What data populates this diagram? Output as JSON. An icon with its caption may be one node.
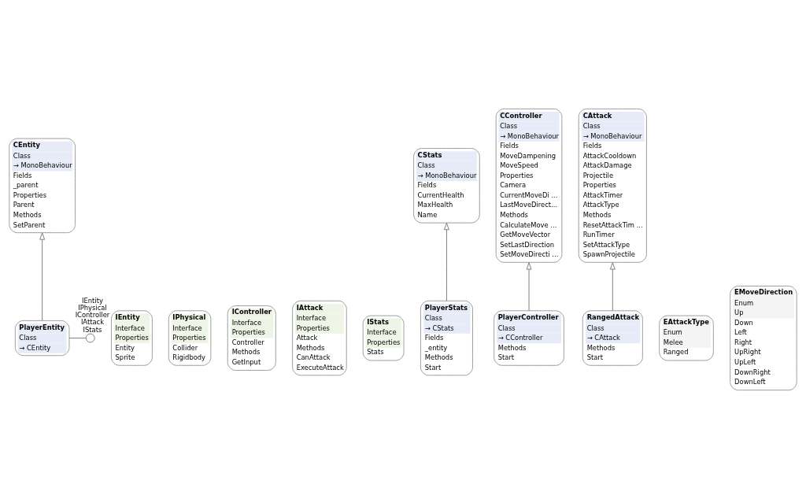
{
  "diagram": {
    "nodes": [
      {
        "text": [
          "CEntity",
          "Class",
          "→ MonoBehaviour",
          "Fields",
          "_parent",
          "Properties",
          "Parent",
          "Methods",
          "SetParent"
        ]
      },
      {
        "text": [
          "IEntity",
          "Interface",
          "Properties",
          "Entity",
          "Sprite"
        ]
      },
      {
        "text": [
          "IPhysical",
          "Interface",
          "Properties",
          "Collider",
          "Rigidbody"
        ]
      },
      {
        "text": [
          "IController",
          "Interface",
          "Properties",
          "Controller",
          "Methods",
          "GetInput"
        ]
      },
      {
        "text": [
          "IAttack",
          "Interface",
          "Properties",
          "Attack",
          "Methods",
          "CanAttack",
          "ExecuteAttack"
        ]
      },
      {
        "text": [
          "IStats",
          "Interface",
          "Properties",
          "Stats"
        ]
      },
      {
        "text": [
          "CStats",
          "Class",
          "→ MonoBehaviour",
          "Fields",
          "CurrentHealth",
          "MaxHealth",
          "Name"
        ]
      },
      {
        "text": [
          "CController",
          "Class",
          "→ MonoBehaviour",
          "Fields",
          "MoveDampening",
          "MoveSpeed",
          "Properties",
          "Camera",
          "CurrentMoveDi ...",
          "LastMoveDirect...",
          "Methods",
          "CalculateMove ...",
          "GetMoveVector",
          "SetLastDirection",
          "SetMoveDirecti ..."
        ]
      },
      {
        "text": [
          "CAttack",
          "Class",
          "→ MonoBehaviour",
          "Fields",
          "AttackCooldown",
          "AttackDamage",
          "Projectile",
          "Properties",
          "AttackTimer",
          "AttackType",
          "Methods",
          "ResetAttackTim ...",
          "RunTimer",
          "SetAttackType",
          "SpawnProjectile"
        ]
      },
      {
        "text": [
          "EAttackType",
          "Enum",
          "Melee",
          "Ranged"
        ]
      },
      {
        "text": [
          "PlayerEntity",
          "Class",
          "→ CEntity"
        ]
      },
      {
        "text": [],
        "shape": "circle",
        "beside": [
          "IEntity",
          "IPhysical",
          "IController",
          "IAttack",
          "IStats"
        ]
      },
      {
        "text": [
          "EMoveDirection",
          "Enum",
          "Up",
          "Down",
          "Left",
          "Right",
          "UpRight",
          "UpLeft",
          "DownRight",
          "DownLeft"
        ]
      },
      {
        "text": [
          "PlayerStats",
          "Class",
          "→ CStats",
          "Fields",
          "_entity",
          "Methods",
          "Start"
        ]
      },
      {
        "text": [
          "PlayerController",
          "Class",
          "→ CController",
          "Methods",
          "Start"
        ]
      },
      {
        "text": [
          "RangedAttack",
          "Class",
          "→ CAttack",
          "Methods",
          "Start"
        ]
      }
    ],
    "edges": [
      {
        "from": 10,
        "to": 0,
        "arrow": "to"
      },
      {
        "from": 10,
        "to": 11,
        "arrow": "none"
      },
      {
        "from": 14,
        "to": 7,
        "arrow": "to"
      },
      {
        "from": 15,
        "to": 8,
        "arrow": "to"
      },
      {
        "from": 13,
        "to": 6,
        "arrow": "to"
      }
    ]
  }
}
